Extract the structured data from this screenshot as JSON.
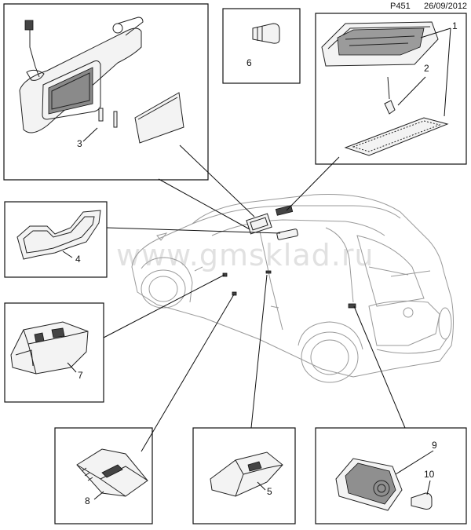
{
  "header": {
    "page_code": "P451",
    "date": "26/09/2012"
  },
  "watermark": "www.gmsklad.ru",
  "callouts": {
    "c1": "1",
    "c2": "2",
    "c3": "3",
    "c4": "4",
    "c5": "5",
    "c6": "6",
    "c7": "7",
    "c8": "8",
    "c9": "9",
    "c10": "10"
  }
}
